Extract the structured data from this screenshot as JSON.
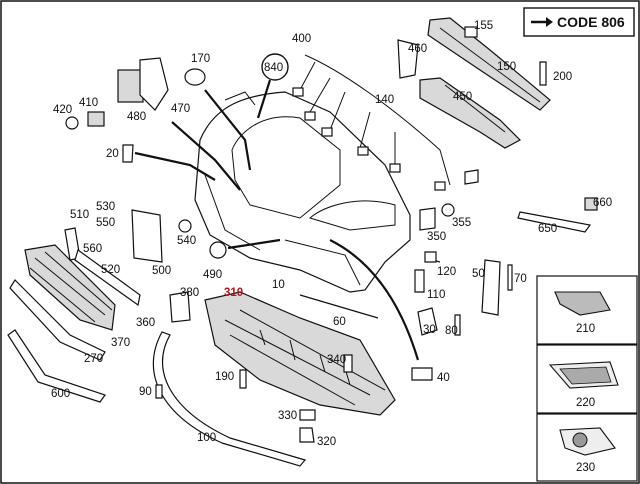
{
  "code_label": "CODE 806",
  "circled_label": "840",
  "highlighted_label": "310",
  "labels": {
    "l10": "10",
    "l20": "20",
    "l30": "30",
    "l40": "40",
    "l50": "50",
    "l60": "60",
    "l70": "70",
    "l80": "80",
    "l90": "90",
    "l100": "100",
    "l110": "110",
    "l120": "120",
    "l140": "140",
    "l150": "150",
    "l155": "155",
    "l170": "170",
    "l190": "190",
    "l200": "200",
    "l210": "210",
    "l220": "220",
    "l230": "230",
    "l270": "270",
    "l320": "320",
    "l330": "330",
    "l340": "340",
    "l350": "350",
    "l355": "355",
    "l360": "360",
    "l370": "370",
    "l380": "380",
    "l400": "400",
    "l410": "410",
    "l420": "420",
    "l450": "450",
    "l460": "460",
    "l470": "470",
    "l480": "480",
    "l490": "490",
    "l500": "500",
    "l510": "510",
    "l520": "520",
    "l530": "530",
    "l540": "540",
    "l550": "550",
    "l560": "560",
    "l600": "600",
    "l650": "650",
    "l660": "660"
  }
}
